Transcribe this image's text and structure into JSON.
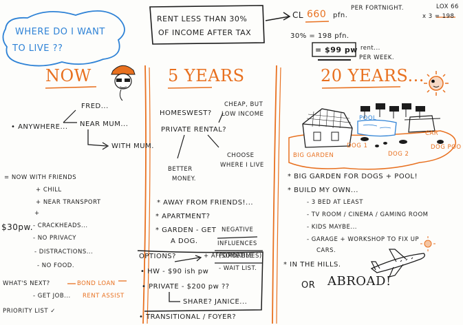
{
  "question": {
    "line1": "WHERE DO I WANT",
    "line2": "TO LIVE ??"
  },
  "rent_box": {
    "line1": "RENT LESS THAN 30%",
    "line2": "OF INCOME AFTER TAX"
  },
  "top_right": {
    "cl": "CL",
    "cl_amount": "660",
    "cl_unit": "pfn.",
    "per_fortnight": "PER FORTNIGHT.",
    "lox": "LOX 66",
    "mult": "x 3 = 198",
    "thirty": "30% = 198 pfn.",
    "pw": "= $99 pw",
    "rent": "rent...",
    "per_week": "PER WEEK."
  },
  "columns": {
    "now": "NOW",
    "five": "5 YEARS",
    "twenty": "20 YEARS..."
  },
  "now": {
    "anywhere": "• ANYWHERE...",
    "fred": "FRED...",
    "near_mum": "NEAR MUM...",
    "with_mum": "WITH MUM.",
    "friends": "= NOW WITH FRIENDS",
    "chill": "+ CHILL",
    "transport": "+ NEAR TRANSPORT",
    "plus": "+",
    "amount": "$30pw.",
    "crackheads": "- CRACKHEADS...",
    "privacy": "- NO PRIVACY",
    "distractions": "- DISTRACTIONS...",
    "food": "- NO FOOD.",
    "whats_next": "WHAT'S NEXT?",
    "bond_loan": "BOND LOAN",
    "get_job": "- GET JOB...",
    "rent_assist": "RENT ASSIST",
    "priority": "PRIORITY LIST ✓"
  },
  "five": {
    "homeswest": "HOMESWEST?",
    "cheap": "CHEAP, BUT",
    "low_income": "LOW INCOME",
    "private_rental": "PRIVATE RENTAL?",
    "choose": "CHOOSE",
    "where_live": "WHERE I LIVE",
    "better": "BETTER",
    "money": "MONEY.",
    "away": "* AWAY FROM FRIENDS!...",
    "apartment": "* APARTMENT?",
    "garden_get": "* GARDEN - GET",
    "a_dog": "A DOG.",
    "negative": "NEGATIVE",
    "influences": "INFLUENCES",
    "sometimes": "(SOMETIMES)",
    "options": "OPTIONS?",
    "affordable": "+ AFFORDABLE",
    "hw": "• HW - $90 ish pw",
    "waitlist": "- WAIT LIST.",
    "private": "• PRIVATE - $200 pw ??",
    "share": "SHARE? JANICE...",
    "transitional": "• TRANSITIONAL / FOYER?"
  },
  "twenty": {
    "pool": "POOL",
    "car": "CAR",
    "dog1": "DOG 1",
    "dog2": "DOG 2",
    "dog3": "DOG POO",
    "big_garden_label": "BIG GARDEN",
    "garden_for_dogs": "* BIG GARDEN FOR DOGS + POOL!",
    "build": "* BUILD MY OWN...",
    "bed": "- 3 BED AT LEAST",
    "tv": "- TV ROOM / CINEMA / GAMING ROOM",
    "kids": "- KIDS MAYBE...",
    "garage": "- GARAGE + WORKSHOP TO FIX UP",
    "cars": "CARS.",
    "hills": "* IN THE HILLS.",
    "or": "OR",
    "abroad": "ABROAD!"
  },
  "colors": {
    "ink": "#1c1c1c",
    "accent": "#e8701f",
    "blue": "#2e82d6"
  }
}
